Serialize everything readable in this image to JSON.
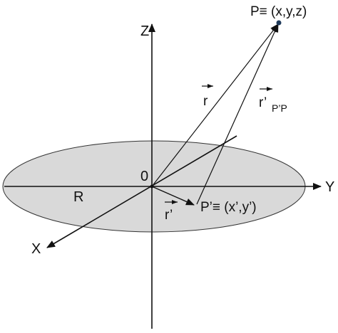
{
  "axes": {
    "z_label": "Z",
    "y_label": "Y",
    "x_label": "X"
  },
  "origin_label": "0",
  "radius_label": "R",
  "points": {
    "p_label": "P≡ (x,y,z)",
    "p_prime_label": "P’≡ (x’,y’)"
  },
  "vectors": {
    "r_label": "r",
    "r_prime_label": "r’",
    "r_pp_label": "r’",
    "r_pp_subscript": "P’P"
  },
  "colors": {
    "disk_fill": "#d9d9d9",
    "line": "#111111",
    "background": "#ffffff"
  }
}
